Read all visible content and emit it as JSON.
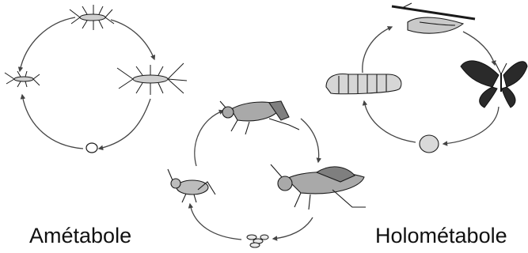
{
  "labels": {
    "ametabole": "Amétabole",
    "holometabole": "Holométabole"
  },
  "cycles": [
    {
      "id": "ametabolous",
      "stages": [
        "egg",
        "young-silverfish",
        "juvenile-silverfish",
        "adult-silverfish"
      ]
    },
    {
      "id": "hemimetabolous",
      "stages": [
        "eggs",
        "nymph",
        "adult-grasshopper",
        "flying-grasshopper"
      ]
    },
    {
      "id": "holometabolous",
      "stages": [
        "egg",
        "caterpillar",
        "chrysalis",
        "butterfly"
      ]
    }
  ],
  "colors": {
    "ink": "#1a1a1a",
    "arrow": "#444444",
    "text": "#111111"
  }
}
